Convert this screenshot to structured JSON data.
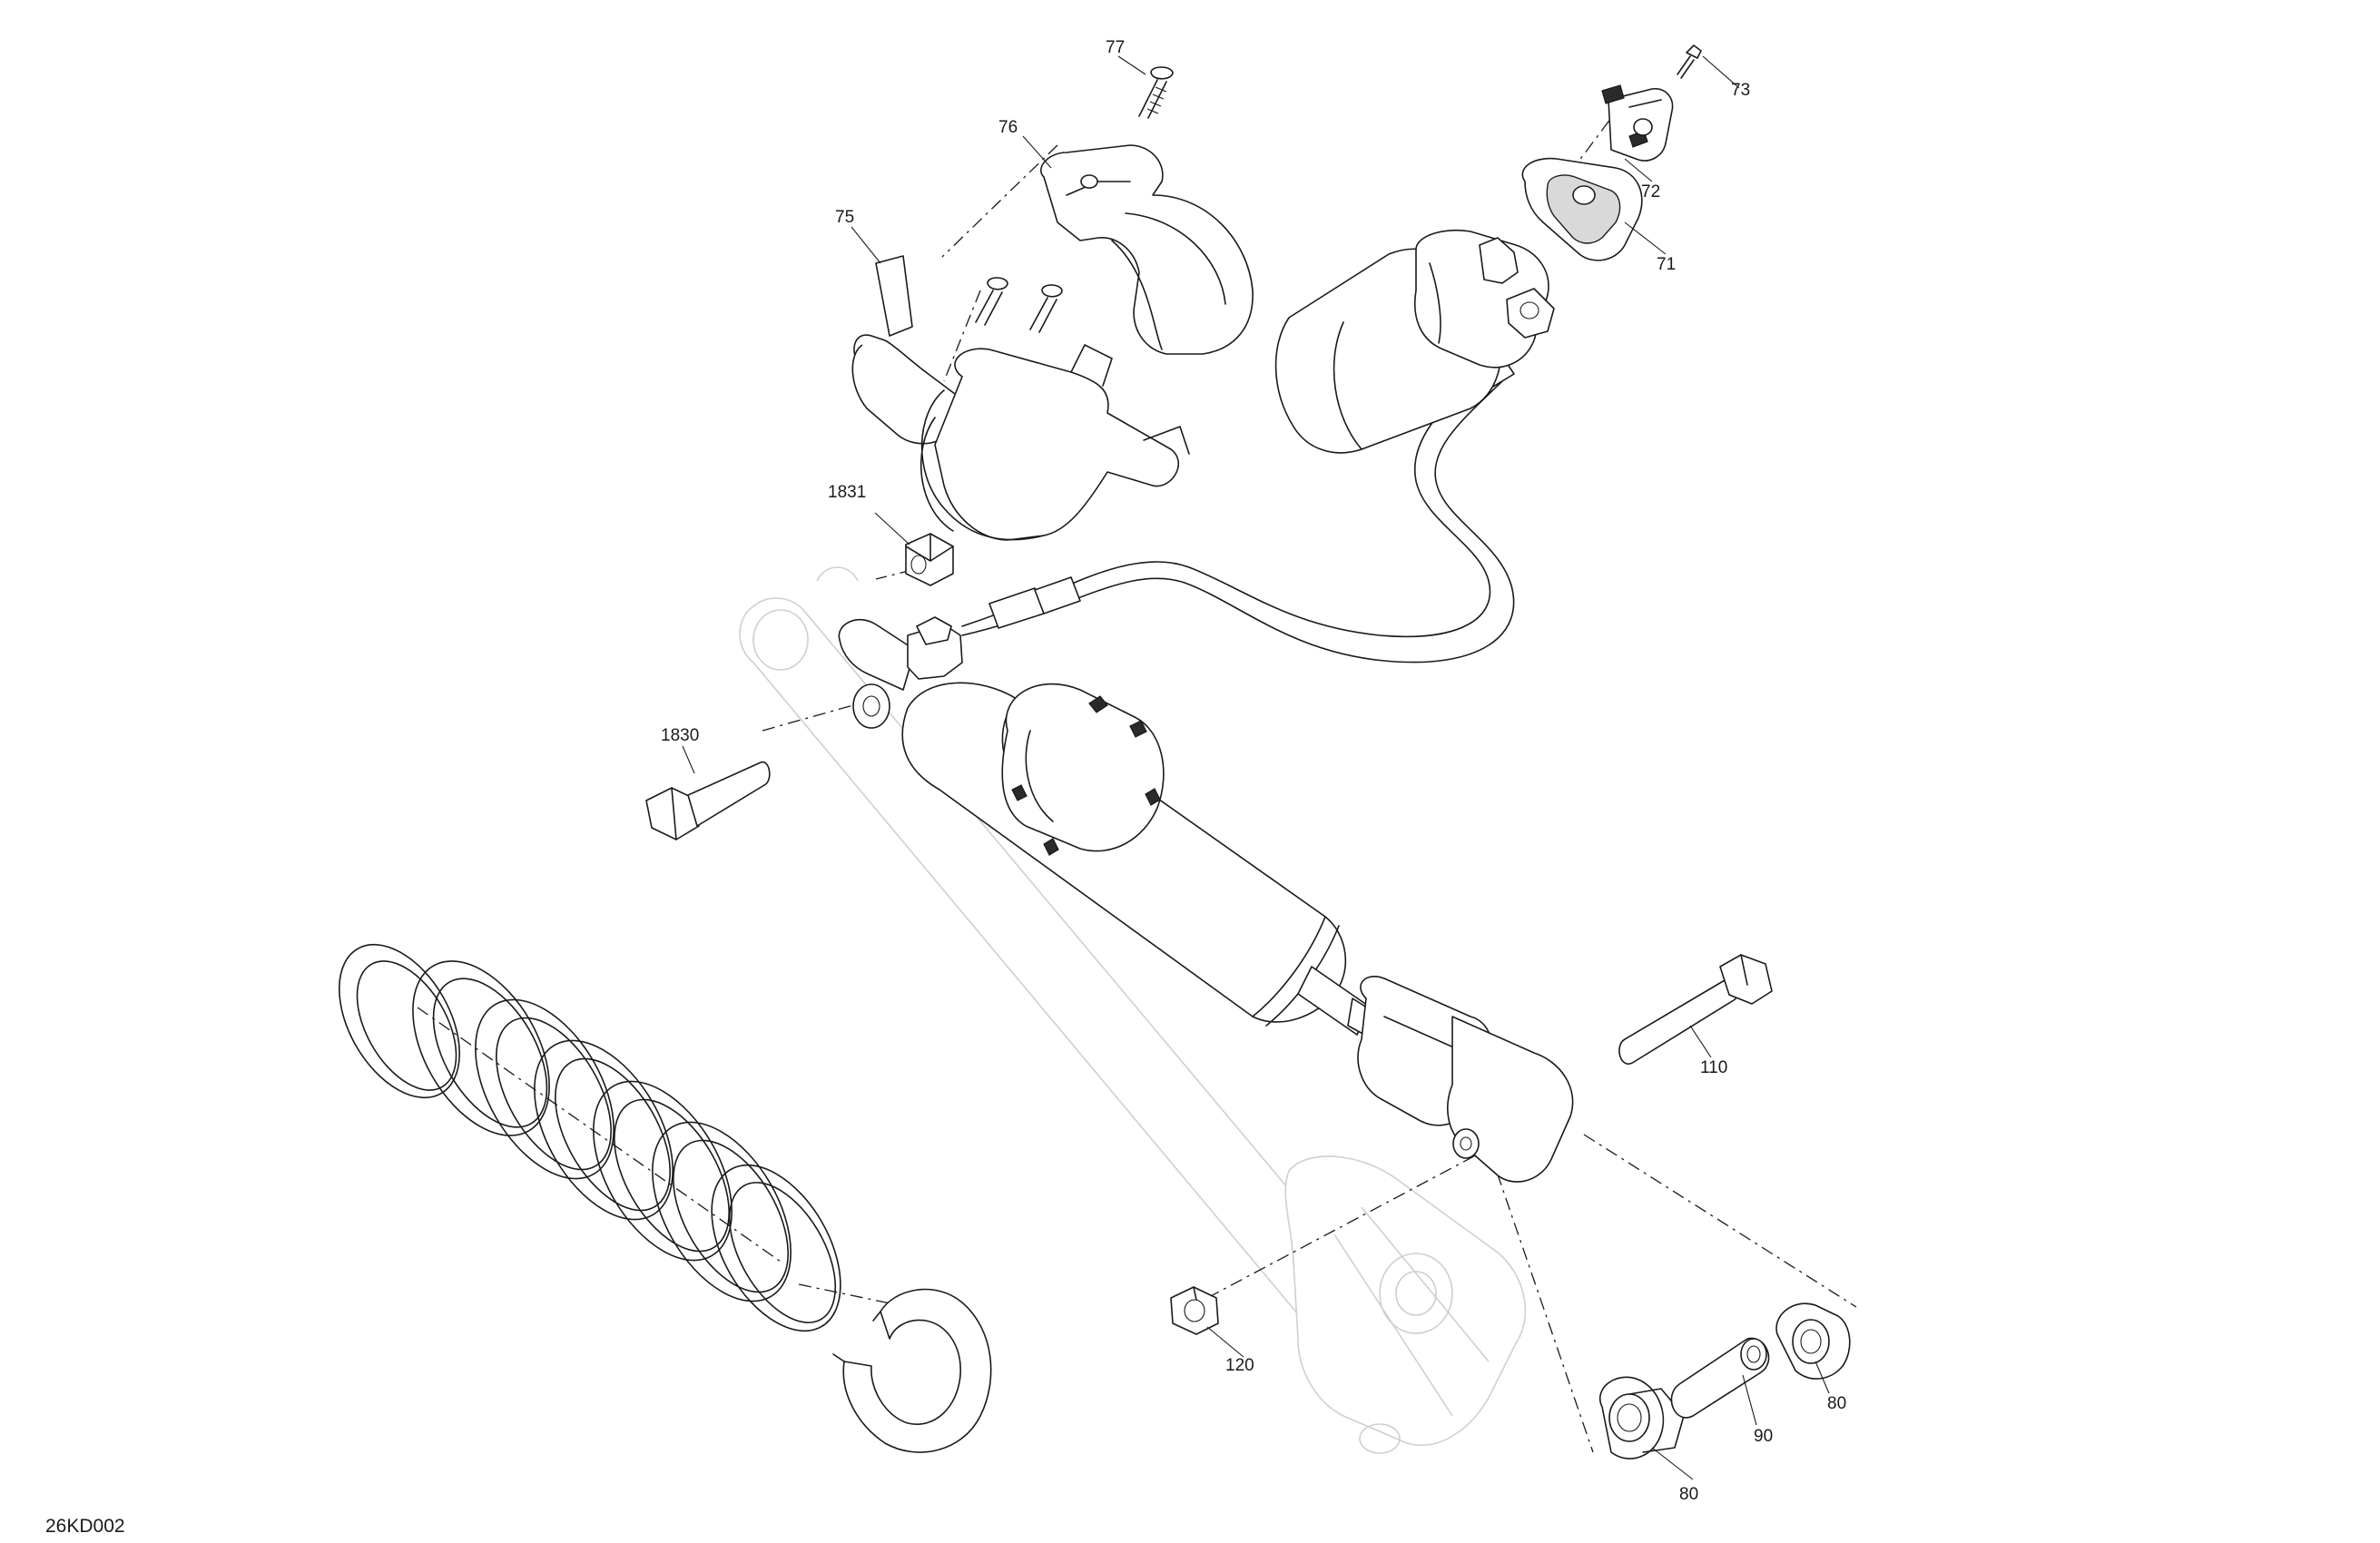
{
  "diagram_code": "26KD002",
  "callouts": {
    "c71": "71",
    "c72": "72",
    "c73": "73",
    "c75": "75",
    "c76": "76",
    "c77": "77",
    "c80a": "80",
    "c80b": "80",
    "c90": "90",
    "c110": "110",
    "c120": "120",
    "c1830": "1830",
    "c1831": "1831"
  }
}
